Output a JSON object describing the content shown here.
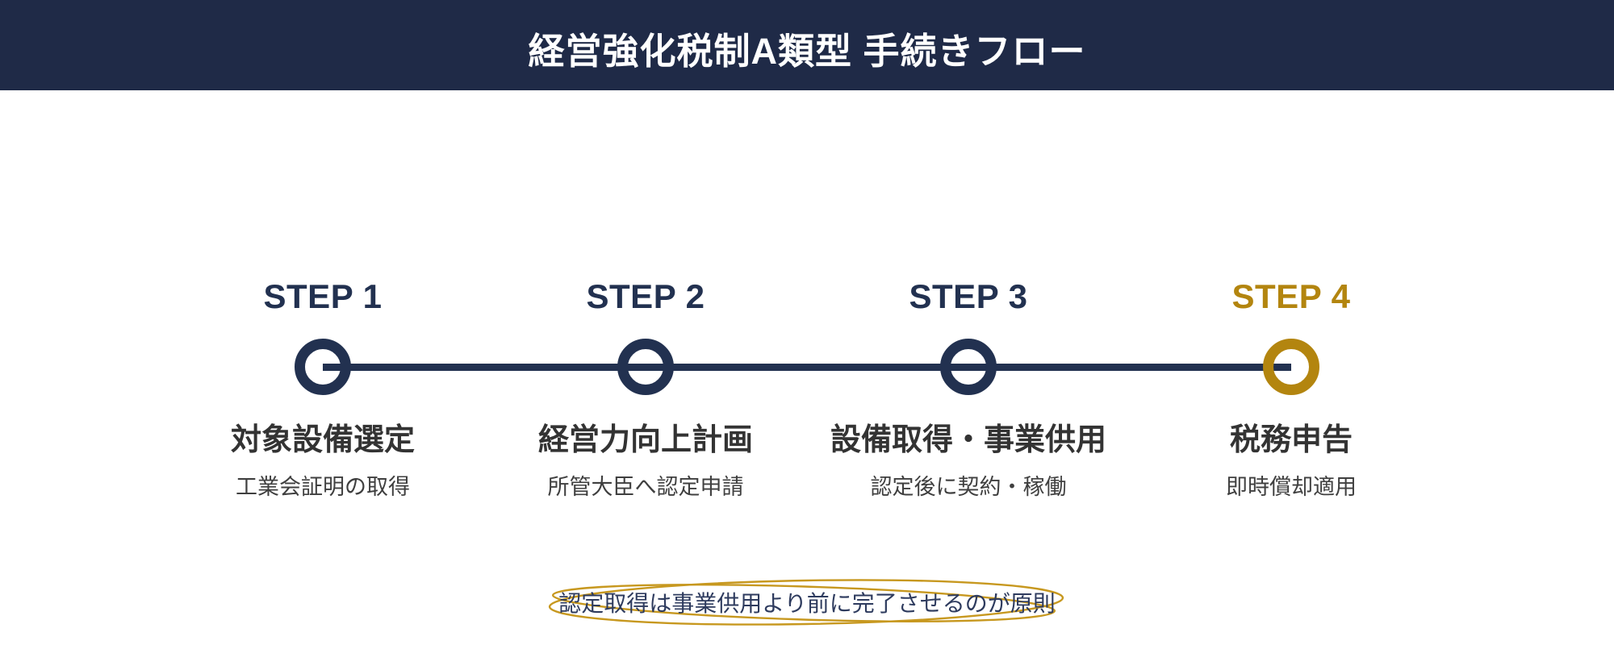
{
  "header": {
    "title": "経営強化税制A類型 手続きフロー",
    "bg": "#1f2a47",
    "text_color": "#ffffff"
  },
  "steps": [
    {
      "label": "STEP 1",
      "title": "対象設備選定",
      "subtitle": "工業会証明の取得",
      "accent": "#223150"
    },
    {
      "label": "STEP 2",
      "title": "経営力向上計画",
      "subtitle": "所管大臣へ認定申請",
      "accent": "#223150"
    },
    {
      "label": "STEP 3",
      "title": "設備取得・事業供用",
      "subtitle": "認定後に契約・稼働",
      "accent": "#223150"
    },
    {
      "label": "STEP 4",
      "title": "税務申告",
      "subtitle": "即時償却適用",
      "accent": "#b3850f"
    }
  ],
  "note": {
    "text": "認定取得は事業供用より前に完了させるのが原則",
    "ellipse_color": "#c7981f",
    "text_color": "#2e3b5e"
  },
  "colors": {
    "navy": "#223150",
    "gold": "#b3850f",
    "title_gray": "#333333",
    "subtitle_gray": "#3f3f3f"
  }
}
